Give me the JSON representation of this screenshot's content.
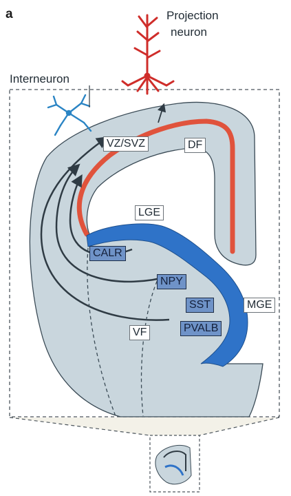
{
  "panel_label": "a",
  "labels": {
    "projection_neuron": [
      "Projection",
      "neuron"
    ],
    "interneuron": "Interneuron",
    "vz_svz": "VZ/SVZ",
    "df": "DF",
    "lge": "LGE",
    "calr": "CALR",
    "npy": "NPY",
    "sst": "SST",
    "pvalb": "PVALB",
    "mge": "MGE",
    "vf": "VF"
  },
  "colors": {
    "tissue": "#c9d6dd",
    "tissue_outline": "#3a4a55",
    "ventricular_zone": "#e0533c",
    "ganglionic_eminence": "#2f73c8",
    "projection_neuron": "#cf2d2a",
    "interneuron": "#2a84c4",
    "marker_box": "#6f93c8"
  }
}
